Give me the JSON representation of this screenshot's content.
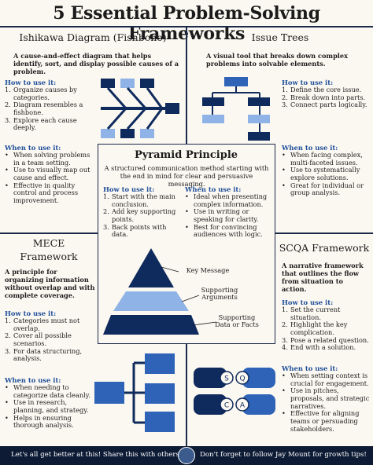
{
  "title": "5 Essential Problem-Solving Frameworks",
  "ishikawa": {
    "title": "Ishikawa Diagram (Fishbone)",
    "description": "A cause-and-effect diagram that helps identify, sort, and display possible causes of a problem.",
    "how_heading": "How to use it:",
    "how": [
      "Organize causes by categories.",
      "Diagram resembles a fishbone.",
      "Explore each cause deeply."
    ],
    "when_heading": "When to use it:",
    "when": [
      "When solving problems in a team setting.",
      "Use to visually map out cause and effect.",
      "Effective in quality control and process improvement."
    ]
  },
  "issue_trees": {
    "title": "Issue Trees",
    "description": "A visual tool that breaks down complex problems into solvable elements.",
    "how_heading": "How to use it:",
    "how": [
      "Define the core issue.",
      "Break down into parts.",
      "Connect parts logically."
    ],
    "when_heading": "When to use it:",
    "when": [
      "When facing complex, multi-faceted issues.",
      "Use to systematically explore solutions.",
      "Great for individual or group analysis."
    ]
  },
  "pyramid": {
    "title": "Pyramid Principle",
    "description": "A structured communication method starting with the end in mind for clear and persuasive messaging.",
    "how_heading": "How to use it:",
    "how": [
      "Start with the main conclusion.",
      "Add key supporting points.",
      "Back points with data."
    ],
    "when_heading": "When to use it:",
    "when": [
      "Ideal when presenting complex information.",
      "Use in writing or speaking for clarity.",
      "Best for convincing audiences with logic."
    ],
    "labels": [
      "Key Message",
      "Supporting Arguments",
      "Supporting Data or Facts"
    ]
  },
  "mece": {
    "title_line1": "MECE",
    "title_line2": "Framework",
    "description": "A principle for organizing information without overlap and with complete coverage.",
    "how_heading": "How to use it:",
    "how": [
      "Categories must not overlap.",
      "Cover all possible scenarios.",
      "For data structuring, analysis."
    ],
    "when_heading": "When to use it:",
    "when": [
      "When needing to categorize data cleanly.",
      "Use in research, planning, and strategy.",
      "Helps in ensuring thorough analysis."
    ]
  },
  "scqa": {
    "title": "SCQA Framework",
    "description": "A narrative framework that outlines the flow from situation to action.",
    "how_heading": "How to use it:",
    "how": [
      "Set the current situation.",
      "Highlight the key complication.",
      "Pose a related question.",
      "End with a solution."
    ],
    "when_heading": "When to use it:",
    "when": [
      "When setting context is crucial for engagement.",
      "Use in pitches, proposals, and strategic narratives.",
      "Effective for aligning teams or persuading stakeholders."
    ],
    "letters": [
      "S",
      "Q",
      "C",
      "A"
    ]
  },
  "footer": {
    "left": "Let's all get better at this! Share this with others ♻️",
    "right": "Don't forget to follow Jay Mount for growth tips!"
  },
  "colors": {
    "navy": "#0f2a5c",
    "mid": "#2e63b8",
    "light": "#8fb3e6",
    "accent_text": "#1f4e9a"
  }
}
